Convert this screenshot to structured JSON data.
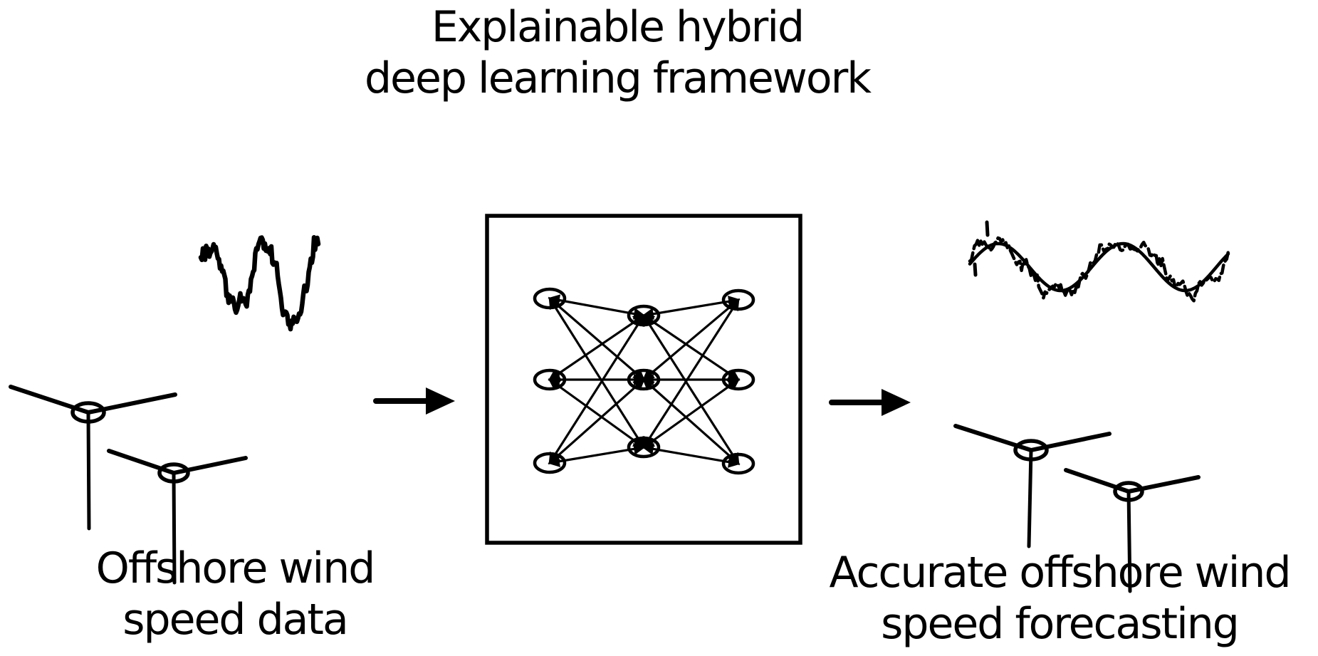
{
  "figure": {
    "title_line1": "Explainable hybrid",
    "title_line2": "deep learning framework",
    "left_caption_line1": "Offshore wind",
    "left_caption_line2": "speed data",
    "right_caption_line1": "Accurate offshore wind",
    "right_caption_line2": "speed forecasting"
  },
  "colors": {
    "ink": "#000000",
    "background": "#ffffff"
  },
  "icons": {
    "left_signal": "noisy-wind-speed-signal-icon",
    "right_signal": "forecast-signal-icon",
    "turbine": "wind-turbine-icon",
    "network": "neural-network-icon",
    "flow_arrow": "flow-arrow-icon"
  }
}
